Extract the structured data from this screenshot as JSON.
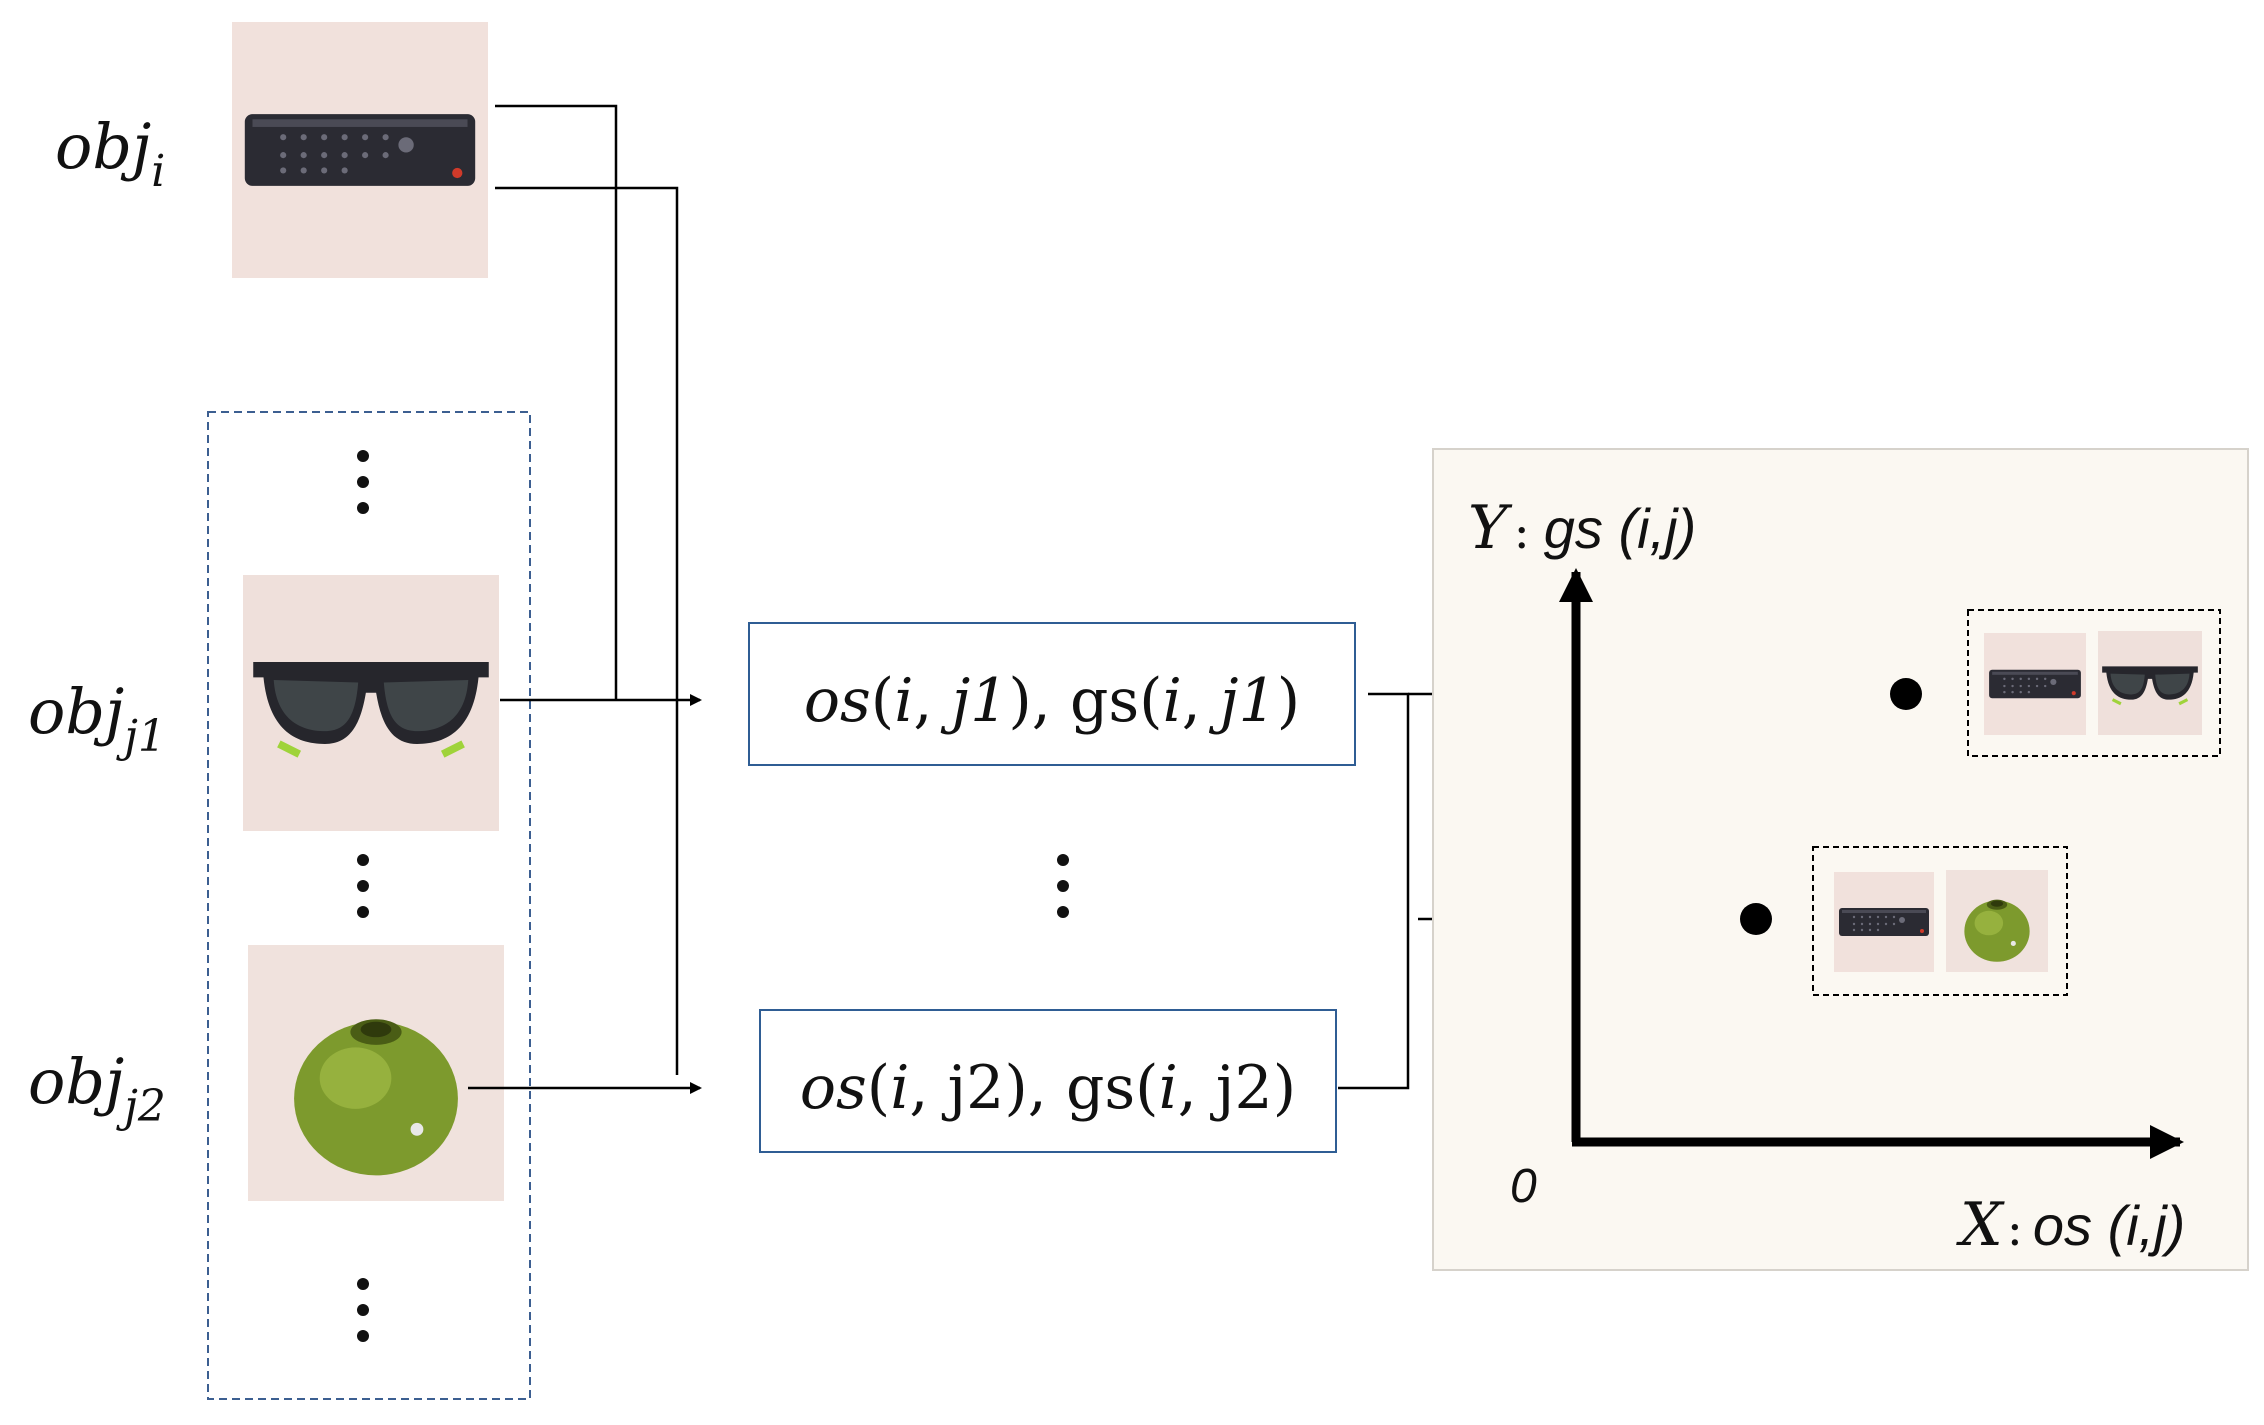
{
  "labels": {
    "obj_i": {
      "base": "obj",
      "sub": "i"
    },
    "obj_j1": {
      "base": "obj",
      "sub": "j1"
    },
    "obj_j2": {
      "base": "obj",
      "sub": "j2"
    }
  },
  "boxes": {
    "pair1": {
      "os": "os",
      "open": "(",
      "args_i": "i",
      "comma": ", ",
      "args_j": "j1",
      "close": ")",
      "sep": ", ",
      "gs": "gs"
    },
    "pair2": {
      "os": "os",
      "open": "(",
      "args_i": "i",
      "comma": ", ",
      "args_j": "j2",
      "close": ")",
      "sep": ", ",
      "gs": "gs"
    }
  },
  "plot": {
    "y_axis_letter": "Y",
    "y_axis_colon": ":",
    "y_axis_text": "gs (i,j)",
    "x_axis_letter": "X",
    "x_axis_colon": ":",
    "x_axis_text": "os (i,j)",
    "origin": "0"
  },
  "icons": {
    "remote": "remote-control-photo",
    "sunglasses": "sunglasses-photo",
    "apple": "apple-photo"
  },
  "colors": {
    "box_border": "#2f5d94",
    "dashed_group": "#3c5f91",
    "plot_bg": "#fbf8f2",
    "photo_bg": "#f1e1dc"
  }
}
